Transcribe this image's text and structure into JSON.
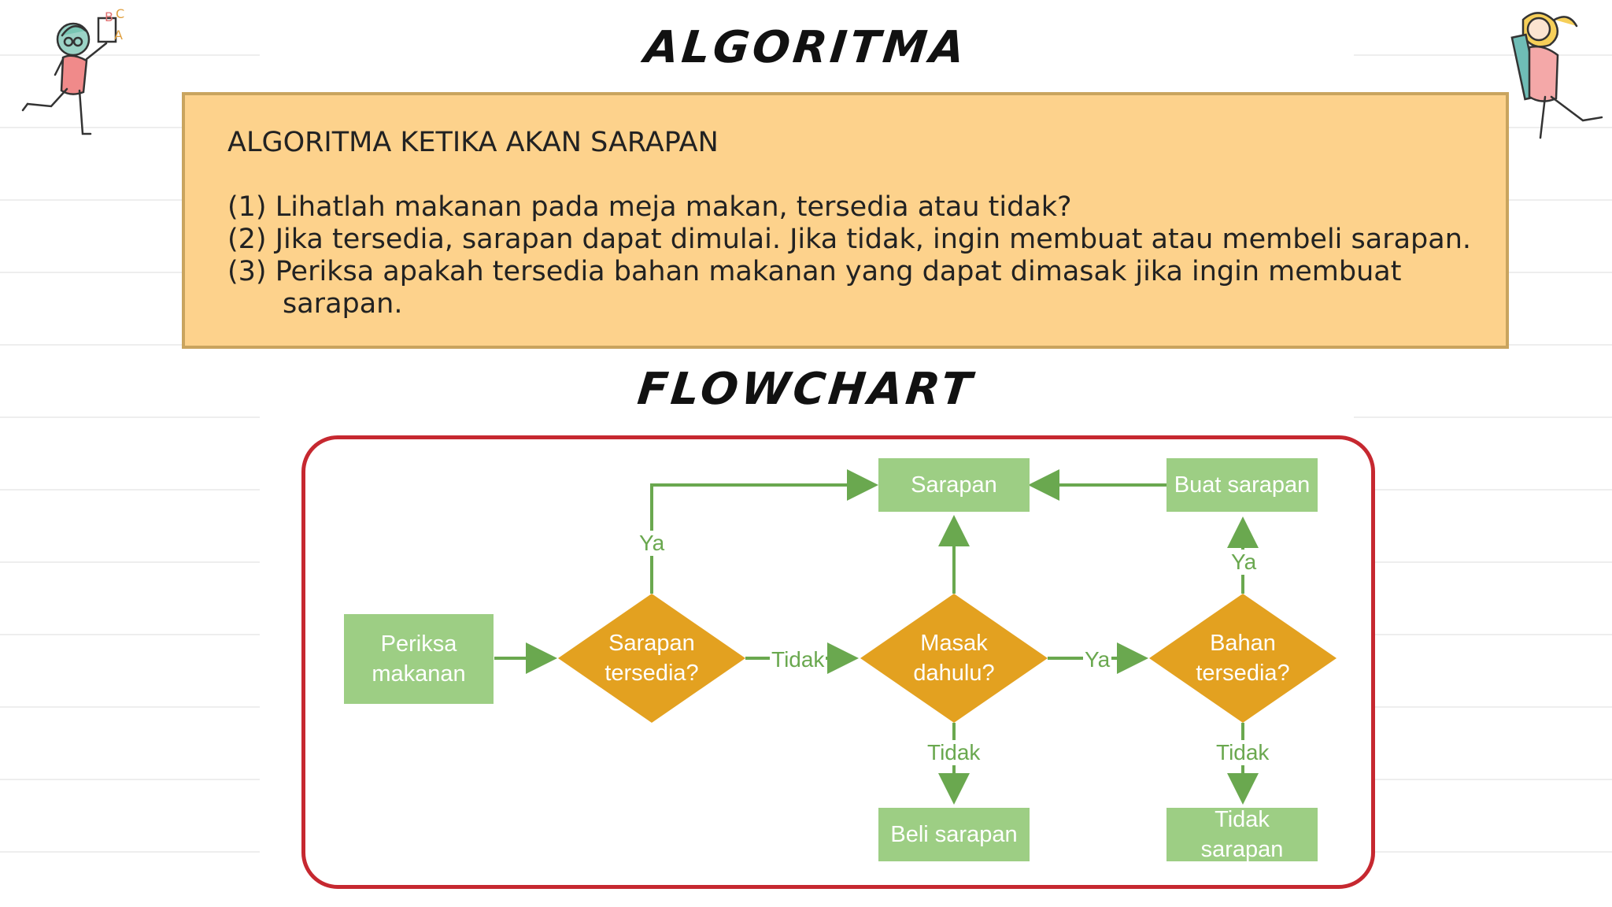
{
  "titles": {
    "algorithm": "ALGORITMA",
    "flowchart": "FLOWCHART"
  },
  "algorithm_box": {
    "heading": "ALGORITMA KETIKA AKAN SARAPAN",
    "steps": [
      "(1) Lihatlah makanan pada meja makan, tersedia atau tidak?",
      "(2) Jika tersedia, sarapan dapat dimulai. Jika tidak, ingin membuat atau membeli sarapan.",
      "(3) Periksa apakah tersedia bahan makanan yang dapat dimasak jika ingin membuat sarapan."
    ]
  },
  "flowchart": {
    "nodes": {
      "periksa": "Periksa makanan",
      "sarapan_tersedia": "Sarapan tersedia?",
      "masak_dahulu": "Masak dahulu?",
      "bahan_tersedia": "Bahan tersedia?",
      "sarapan": "Sarapan",
      "buat_sarapan": "Buat sarapan",
      "beli_sarapan": "Beli sarapan",
      "tidak_sarapan": "Tidak sarapan"
    },
    "edges": {
      "ya_top": "Ya",
      "tidak_mid": "Tidak",
      "ya_mid": "Ya",
      "ya_right": "Ya",
      "tidak_masak": "Tidak",
      "tidak_bahan": "Tidak"
    }
  },
  "colors": {
    "box_fill": "#fdd28c",
    "frame_border": "#c62830",
    "process_green": "#9dce84",
    "decision_orange": "#e3a120",
    "arrow_green": "#6aa84f"
  },
  "illustrations": [
    "reading-kid-doodle",
    "pencil-girl-doodle"
  ]
}
